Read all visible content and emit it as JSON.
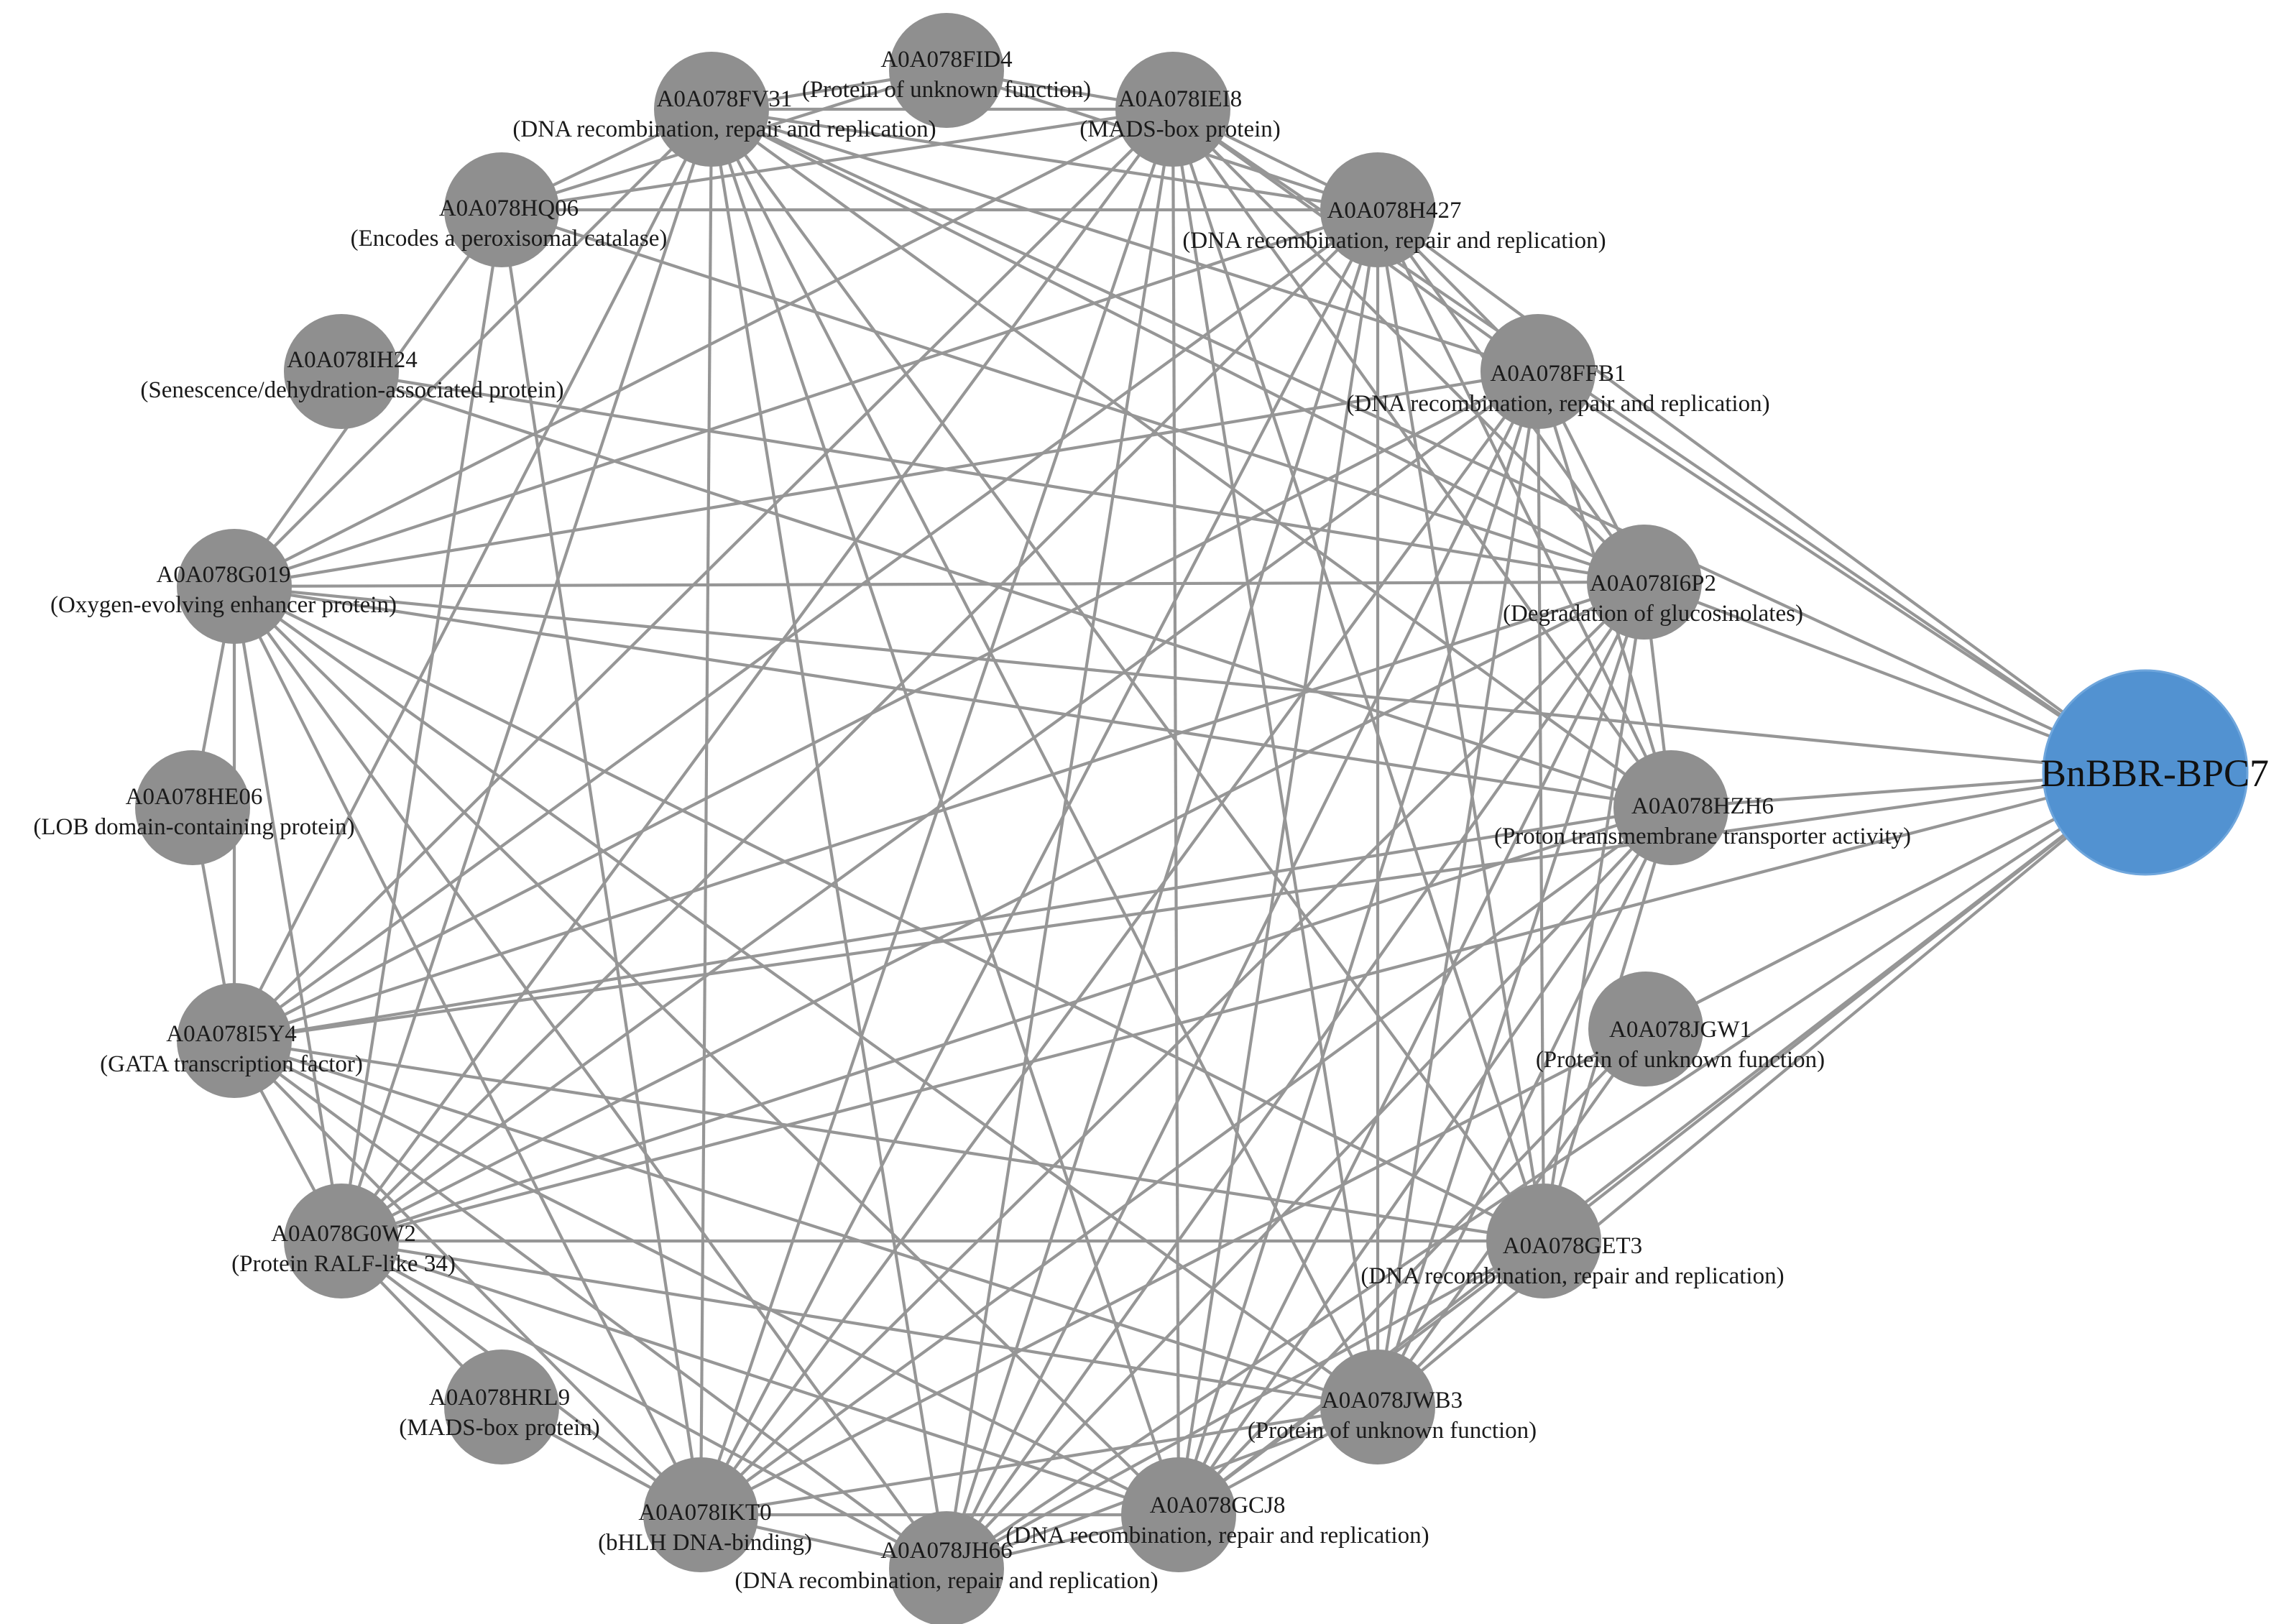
{
  "network": {
    "hub": {
      "key": "hub",
      "label": "BnBBR-BPC7"
    },
    "nodes": [
      {
        "key": "FID4",
        "id": "A0A078FID4",
        "desc": "(Protein of unknown function)"
      },
      {
        "key": "FV31",
        "id": "A0A078FV31",
        "desc": "(DNA recombination, repair and replication)"
      },
      {
        "key": "IEI8",
        "id": "A0A078IEI8",
        "desc": "(MADS-box protein)"
      },
      {
        "key": "HQ06",
        "id": "A0A078HQ06",
        "desc": "(Encodes a peroxisomal catalase)"
      },
      {
        "key": "H427",
        "id": "A0A078H427",
        "desc": "(DNA recombination, repair and replication)"
      },
      {
        "key": "IH24",
        "id": "A0A078IH24",
        "desc": "(Senescence/dehydration-associated protein)"
      },
      {
        "key": "FFB1",
        "id": "A0A078FFB1",
        "desc": "(DNA recombination, repair and replication)"
      },
      {
        "key": "G019",
        "id": "A0A078G019",
        "desc": "(Oxygen-evolving enhancer protein)"
      },
      {
        "key": "I6P2",
        "id": "A0A078I6P2",
        "desc": "(Degradation of glucosinolates)"
      },
      {
        "key": "HE06",
        "id": "A0A078HE06",
        "desc": "(LOB domain-containing protein)"
      },
      {
        "key": "HZH6",
        "id": "A0A078HZH6",
        "desc": "(Proton transmembrane transporter activity)"
      },
      {
        "key": "I5Y4",
        "id": "A0A078I5Y4",
        "desc": "(GATA transcription factor)"
      },
      {
        "key": "JGW1",
        "id": "A0A078JGW1",
        "desc": "(Protein of unknown function)"
      },
      {
        "key": "G0W2",
        "id": "A0A078G0W2",
        "desc": "(Protein RALF-like 34)"
      },
      {
        "key": "GET3",
        "id": "A0A078GET3",
        "desc": "(DNA recombination, repair and replication)"
      },
      {
        "key": "HRL9",
        "id": "A0A078HRL9",
        "desc": "(MADS-box protein)"
      },
      {
        "key": "JWB3",
        "id": "A0A078JWB3",
        "desc": "(Protein of unknown function)"
      },
      {
        "key": "IKT0",
        "id": "A0A078IKT0",
        "desc": "(bHLH DNA-binding)"
      },
      {
        "key": "GCJ8",
        "id": "A0A078GCJ8",
        "desc": "(DNA recombination, repair and replication)"
      },
      {
        "key": "JH66",
        "id": "A0A078JH66",
        "desc": "(DNA recombination, repair and replication)"
      }
    ],
    "edges": [
      [
        "FV31",
        "FID4"
      ],
      [
        "FV31",
        "IEI8"
      ],
      [
        "FV31",
        "H427"
      ],
      [
        "FV31",
        "FFB1"
      ],
      [
        "FV31",
        "I6P2"
      ],
      [
        "FV31",
        "HZH6"
      ],
      [
        "FV31",
        "GET3"
      ],
      [
        "FV31",
        "JWB3"
      ],
      [
        "FV31",
        "GCJ8"
      ],
      [
        "FV31",
        "JH66"
      ],
      [
        "FV31",
        "IKT0"
      ],
      [
        "FV31",
        "G0W2"
      ],
      [
        "FV31",
        "I5Y4"
      ],
      [
        "FV31",
        "G019"
      ],
      [
        "FV31",
        "HQ06"
      ],
      [
        "FV31",
        "hub"
      ],
      [
        "IEI8",
        "H427"
      ],
      [
        "IEI8",
        "FFB1"
      ],
      [
        "IEI8",
        "I6P2"
      ],
      [
        "IEI8",
        "HZH6"
      ],
      [
        "IEI8",
        "GET3"
      ],
      [
        "IEI8",
        "JWB3"
      ],
      [
        "IEI8",
        "GCJ8"
      ],
      [
        "IEI8",
        "JH66"
      ],
      [
        "IEI8",
        "IKT0"
      ],
      [
        "IEI8",
        "G0W2"
      ],
      [
        "IEI8",
        "I5Y4"
      ],
      [
        "IEI8",
        "G019"
      ],
      [
        "IEI8",
        "HQ06"
      ],
      [
        "IEI8",
        "hub"
      ],
      [
        "H427",
        "FFB1"
      ],
      [
        "H427",
        "I6P2"
      ],
      [
        "H427",
        "HZH6"
      ],
      [
        "H427",
        "GET3"
      ],
      [
        "H427",
        "JWB3"
      ],
      [
        "H427",
        "GCJ8"
      ],
      [
        "H427",
        "JH66"
      ],
      [
        "H427",
        "IKT0"
      ],
      [
        "H427",
        "G0W2"
      ],
      [
        "H427",
        "I5Y4"
      ],
      [
        "H427",
        "G019"
      ],
      [
        "H427",
        "HQ06"
      ],
      [
        "H427",
        "FID4"
      ],
      [
        "H427",
        "hub"
      ],
      [
        "FFB1",
        "I6P2"
      ],
      [
        "FFB1",
        "HZH6"
      ],
      [
        "FFB1",
        "GET3"
      ],
      [
        "FFB1",
        "JWB3"
      ],
      [
        "FFB1",
        "GCJ8"
      ],
      [
        "FFB1",
        "JH66"
      ],
      [
        "FFB1",
        "IKT0"
      ],
      [
        "FFB1",
        "G0W2"
      ],
      [
        "FFB1",
        "I5Y4"
      ],
      [
        "FFB1",
        "G019"
      ],
      [
        "FFB1",
        "hub"
      ],
      [
        "I6P2",
        "HZH6"
      ],
      [
        "I6P2",
        "GET3"
      ],
      [
        "I6P2",
        "JWB3"
      ],
      [
        "I6P2",
        "GCJ8"
      ],
      [
        "I6P2",
        "JH66"
      ],
      [
        "I6P2",
        "IKT0"
      ],
      [
        "I6P2",
        "G0W2"
      ],
      [
        "I6P2",
        "I5Y4"
      ],
      [
        "I6P2",
        "G019"
      ],
      [
        "I6P2",
        "HQ06"
      ],
      [
        "I6P2",
        "IH24"
      ],
      [
        "I6P2",
        "hub"
      ],
      [
        "HZH6",
        "GET3"
      ],
      [
        "HZH6",
        "JWB3"
      ],
      [
        "HZH6",
        "GCJ8"
      ],
      [
        "HZH6",
        "JH66"
      ],
      [
        "HZH6",
        "IKT0"
      ],
      [
        "HZH6",
        "G0W2"
      ],
      [
        "HZH6",
        "I5Y4"
      ],
      [
        "HZH6",
        "G019"
      ],
      [
        "HZH6",
        "hub"
      ],
      [
        "JGW1",
        "JWB3"
      ],
      [
        "JGW1",
        "GCJ8"
      ],
      [
        "JGW1",
        "hub"
      ],
      [
        "GET3",
        "JWB3"
      ],
      [
        "GET3",
        "GCJ8"
      ],
      [
        "GET3",
        "JH66"
      ],
      [
        "GET3",
        "I5Y4"
      ],
      [
        "GET3",
        "G0W2"
      ],
      [
        "GET3",
        "G019"
      ],
      [
        "GET3",
        "hub"
      ],
      [
        "JWB3",
        "GCJ8"
      ],
      [
        "JWB3",
        "JH66"
      ],
      [
        "JWB3",
        "IKT0"
      ],
      [
        "JWB3",
        "G0W2"
      ],
      [
        "JWB3",
        "I5Y4"
      ],
      [
        "JWB3",
        "G019"
      ],
      [
        "JWB3",
        "hub"
      ],
      [
        "GCJ8",
        "JH66"
      ],
      [
        "GCJ8",
        "IKT0"
      ],
      [
        "GCJ8",
        "G0W2"
      ],
      [
        "GCJ8",
        "I5Y4"
      ],
      [
        "GCJ8",
        "G019"
      ],
      [
        "GCJ8",
        "hub"
      ],
      [
        "JH66",
        "IKT0"
      ],
      [
        "JH66",
        "G0W2"
      ],
      [
        "JH66",
        "I5Y4"
      ],
      [
        "JH66",
        "G019"
      ],
      [
        "JH66",
        "hub"
      ],
      [
        "IKT0",
        "G0W2"
      ],
      [
        "IKT0",
        "I5Y4"
      ],
      [
        "IKT0",
        "G019"
      ],
      [
        "IKT0",
        "HQ06"
      ],
      [
        "IKT0",
        "hub"
      ],
      [
        "G0W2",
        "I5Y4"
      ],
      [
        "G0W2",
        "G019"
      ],
      [
        "G0W2",
        "HQ06"
      ],
      [
        "G0W2",
        "hub"
      ],
      [
        "I5Y4",
        "G019"
      ],
      [
        "I5Y4",
        "HE06"
      ],
      [
        "I5Y4",
        "hub"
      ],
      [
        "G019",
        "HE06"
      ],
      [
        "G019",
        "HQ06"
      ],
      [
        "G019",
        "hub"
      ],
      [
        "HQ06",
        "FID4"
      ],
      [
        "HRL9",
        "G0W2"
      ],
      [
        "HRL9",
        "IKT0"
      ],
      [
        "IH24",
        "HZH6"
      ],
      [
        "FID4",
        "IEI8"
      ]
    ]
  }
}
